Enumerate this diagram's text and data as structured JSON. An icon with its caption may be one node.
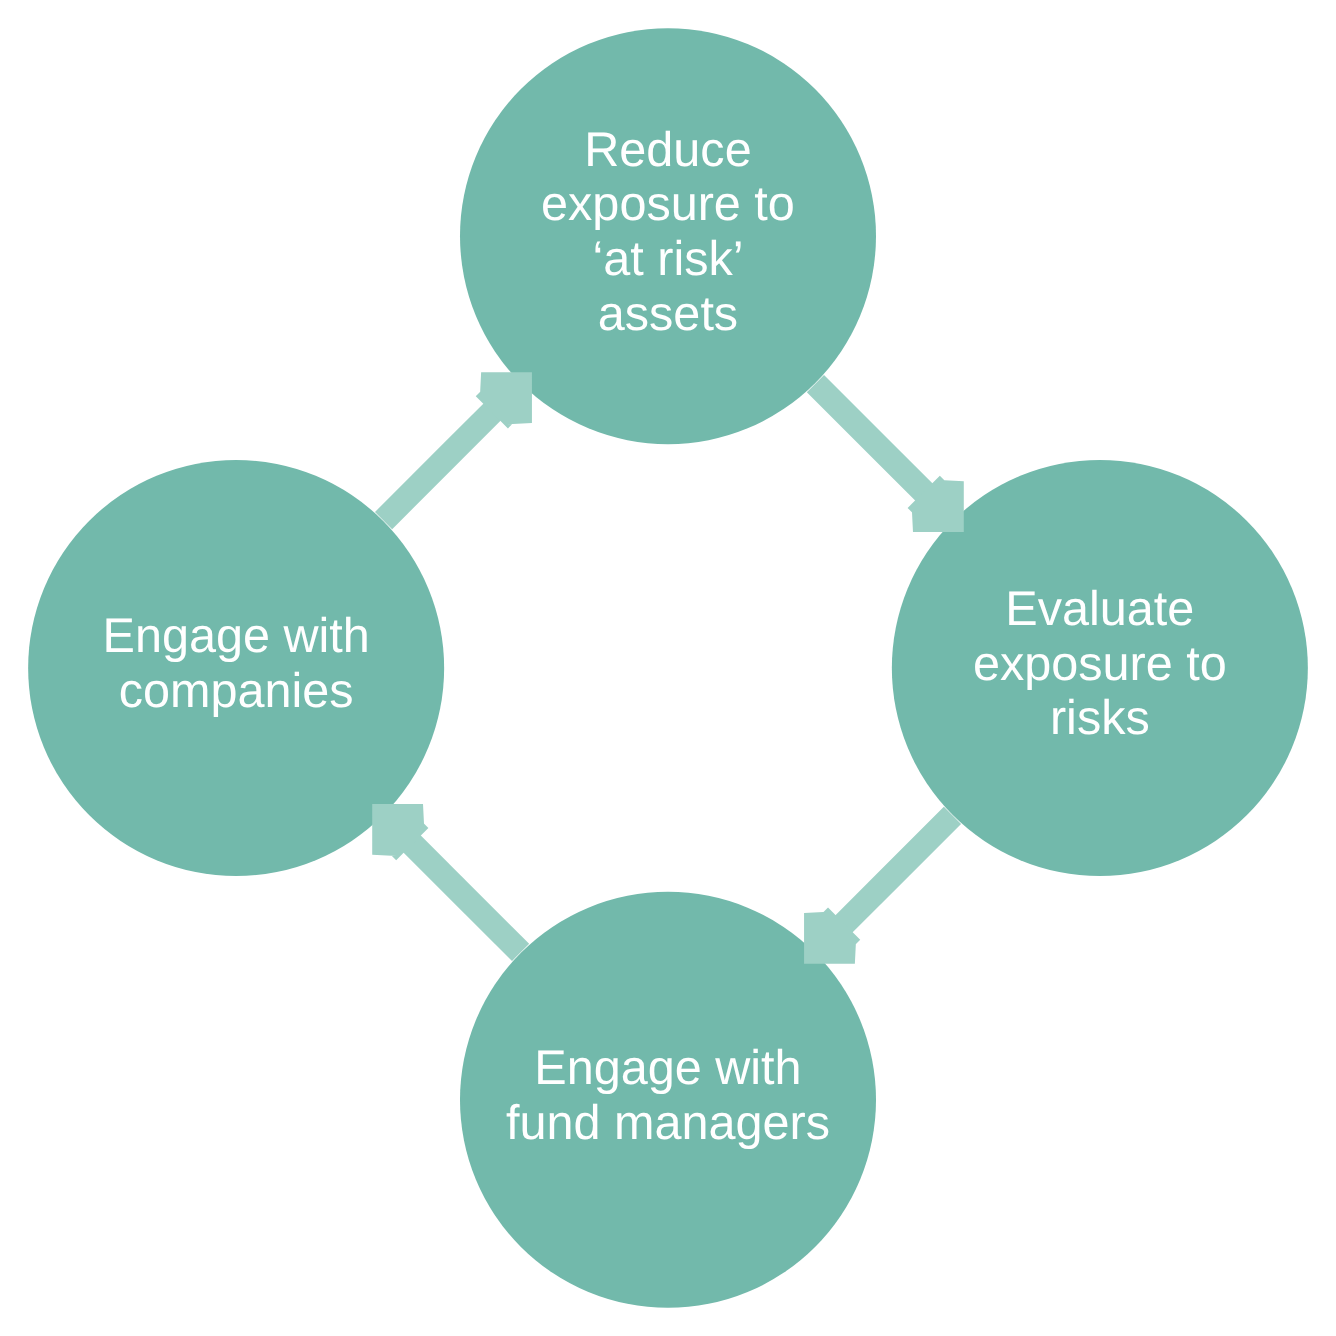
{
  "diagram": {
    "nodes": [
      {
        "text": [
          "Engage with fund managers"
        ]
      },
      {
        "text": [
          "Engage with companies"
        ]
      },
      {
        "text": [
          "Reduce exposure to ‘at risk’ assets"
        ]
      },
      {
        "text": [
          "Evaluate exposure to risks"
        ]
      }
    ],
    "edges": [
      {
        "from": 0,
        "to": 1,
        "arrow": "to"
      },
      {
        "from": 1,
        "to": 2,
        "arrow": "to"
      },
      {
        "from": 2,
        "to": 3,
        "arrow": "to"
      },
      {
        "from": 3,
        "to": 0,
        "arrow": "to"
      }
    ]
  }
}
